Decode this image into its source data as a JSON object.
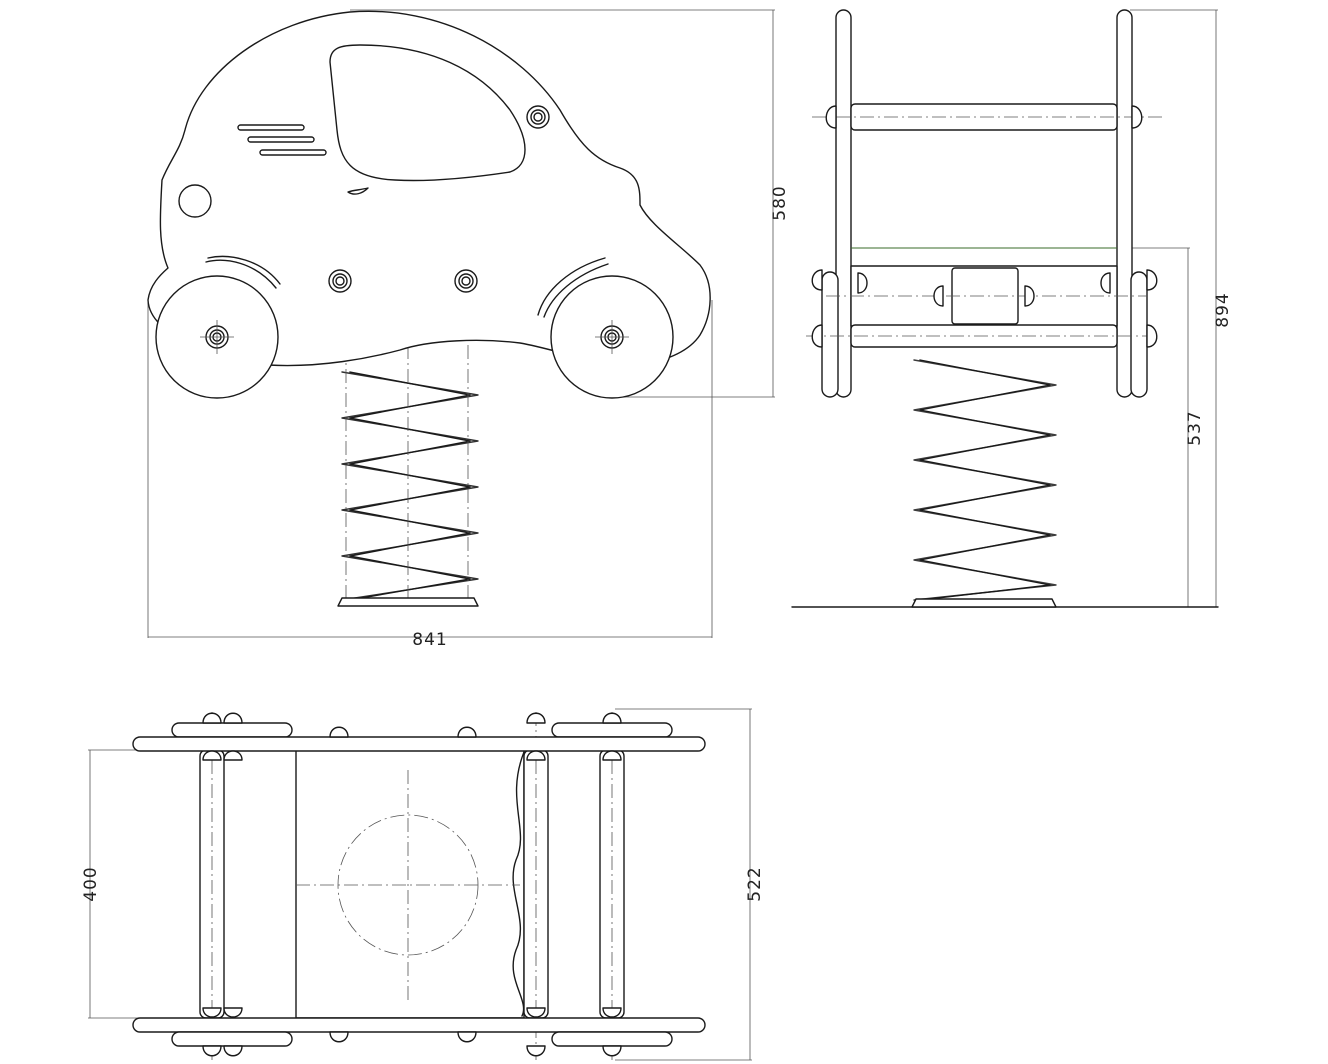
{
  "dimensions": {
    "front_width": "841",
    "front_height": "580",
    "side_total_height": "894",
    "side_spring_height": "537",
    "top_width": "400",
    "top_length": "522"
  }
}
